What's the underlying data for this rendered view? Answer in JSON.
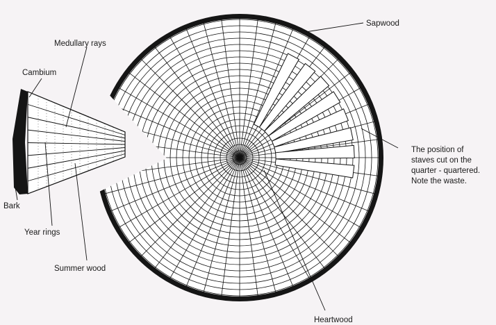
{
  "diagram": {
    "labels": {
      "sapwood": "Sapwood",
      "medullary_rays": "Medullary rays",
      "cambium": "Cambium",
      "bark": "Bark",
      "year_rings": "Year rings",
      "summer_wood": "Summer wood",
      "heartwood": "Heartwood",
      "staves_line1": "The position of",
      "staves_line2": "staves cut on the",
      "staves_line3": "quarter - quartered.",
      "staves_line4": "Note the waste."
    },
    "colors": {
      "background": "#f6f3f5",
      "ink": "#111111",
      "bark": "#151515",
      "wood": "#ffffff"
    }
  }
}
